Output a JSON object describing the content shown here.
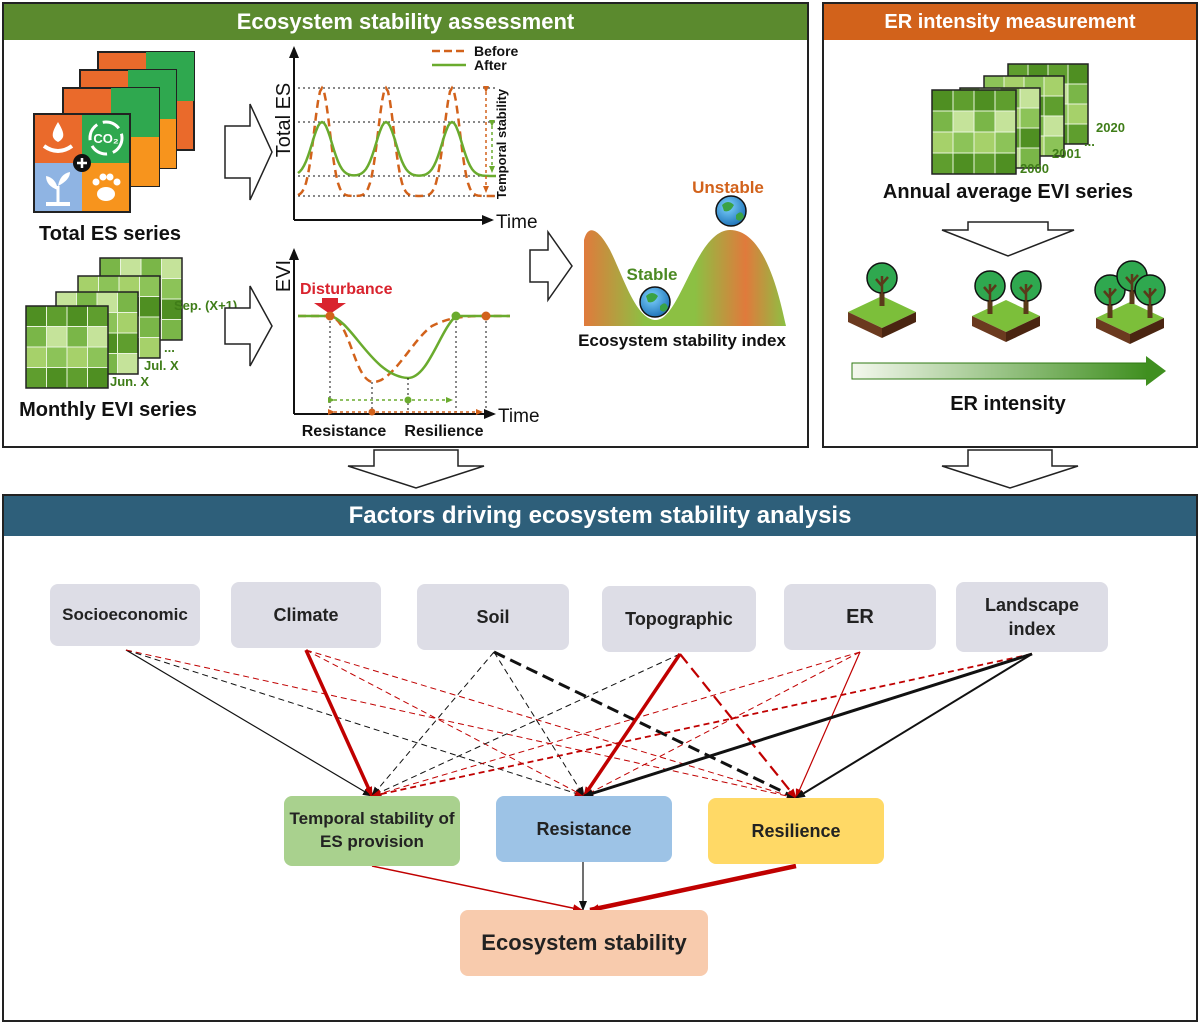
{
  "panels": {
    "ecosystem": {
      "title": "Ecosystem stability assessment",
      "color": "#5b8a2e"
    },
    "er": {
      "title": "ER intensity measurement",
      "color": "#d2621b"
    },
    "factors": {
      "title": "Factors driving ecosystem stability analysis",
      "color": "#2e5f7a"
    }
  },
  "ecosystem": {
    "total_es_label": "Total ES series",
    "monthly_evi_label": "Monthly EVI series",
    "co2_label": "CO₂",
    "month_labels": [
      "Sep. (X+1)",
      "...",
      "Jul. X",
      "Jun. X"
    ],
    "chart1": {
      "ylabel": "Total ES",
      "xlabel": "Time",
      "legend_before": "Before",
      "legend_after": "After",
      "annotation": "Temporal stability"
    },
    "chart2": {
      "ylabel": "EVI",
      "xlabel": "Time",
      "disturbance": "Disturbance",
      "resistance": "Resistance",
      "resilience": "Resilience"
    },
    "landscape": {
      "stable": "Stable",
      "unstable": "Unstable",
      "index_label": "Ecosystem stability index"
    }
  },
  "er": {
    "years": [
      "2020",
      "...",
      "2001",
      "2000"
    ],
    "annual_label": "Annual average EVI series",
    "intensity_label": "ER intensity"
  },
  "factors": {
    "drivers": [
      "Socioeconomic",
      "Climate",
      "Soil",
      "Topographic",
      "ER",
      "Landscape index"
    ],
    "components": [
      "Temporal stability of ES provision",
      "Resistance",
      "Resilience"
    ],
    "final": "Ecosystem stability"
  },
  "colors": {
    "before": "#d2621b",
    "after": "#6aab2e",
    "disturbance": "#d9232e",
    "red_arrow": "#c00000",
    "black_arrow": "#111111",
    "temporal_box": "#a9d18e",
    "resistance_box": "#9dc3e6",
    "resilience_box": "#ffd966",
    "final_box": "#f8cbad"
  }
}
